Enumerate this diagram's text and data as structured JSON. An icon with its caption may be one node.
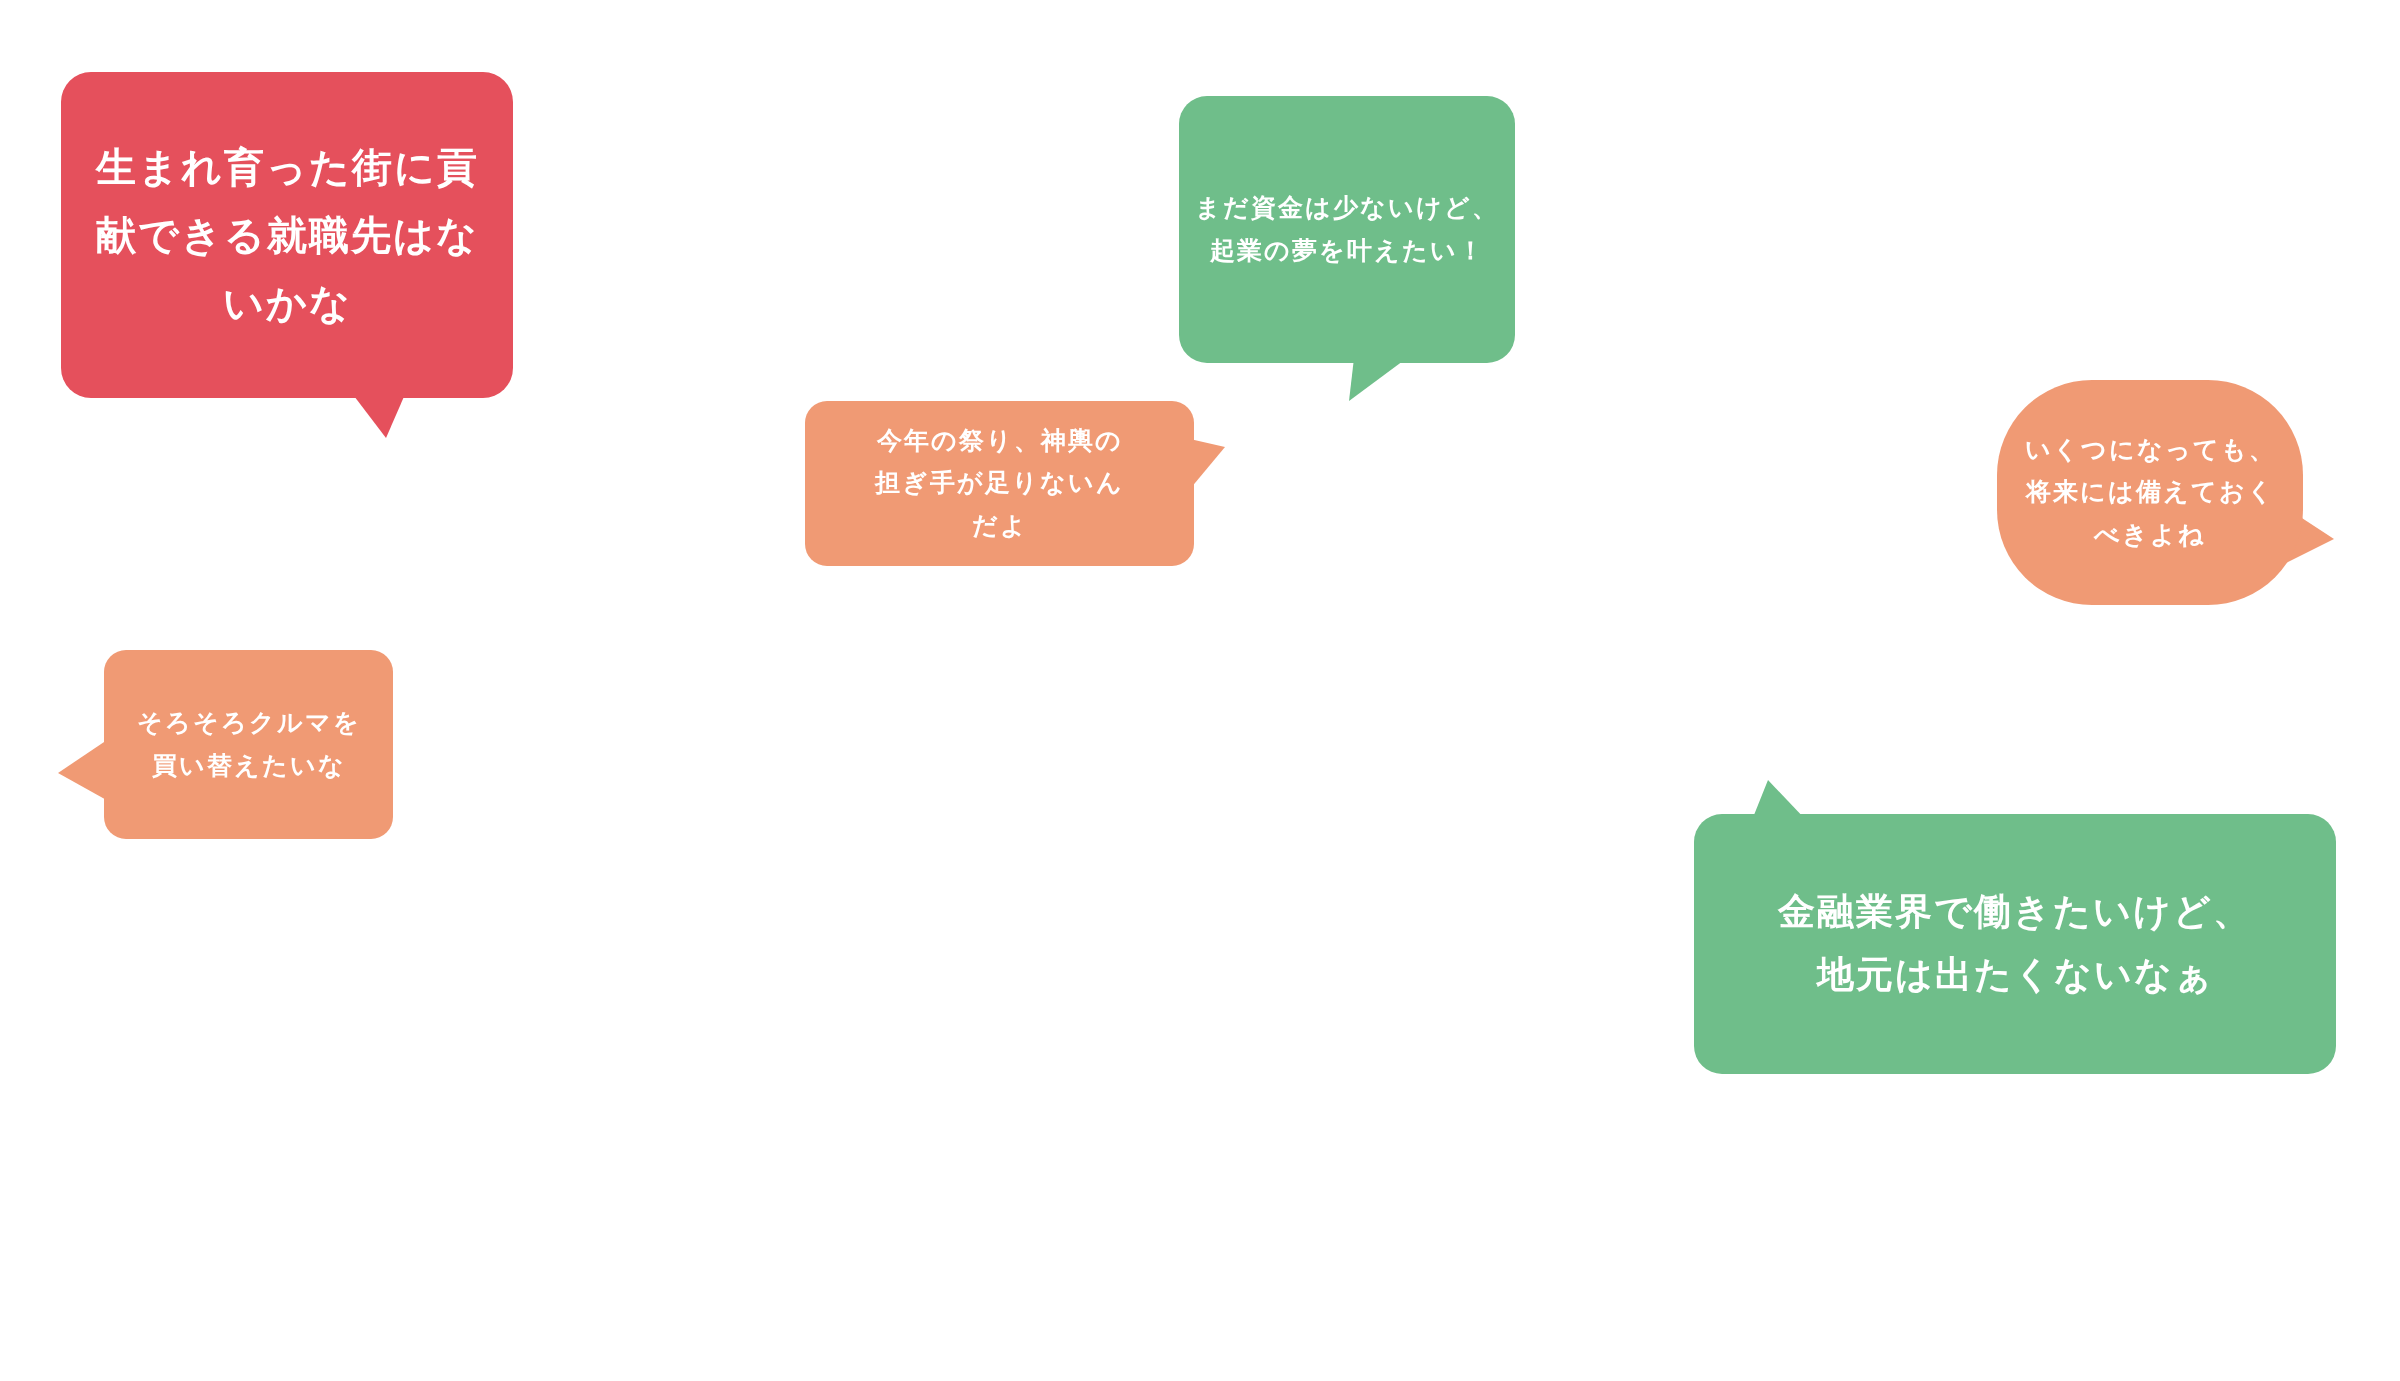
{
  "diagram": {
    "nodes": [
      {
        "text": [
          "生まれ育った街に貢献できる就職先はないかな"
        ]
      },
      {
        "text": [
          "まだ資金は少ないけど、起業の夢を叶えたい！"
        ]
      },
      {
        "text": [
          "いくつになっても、将来には備えておくべきよね"
        ]
      },
      {
        "text": [
          "今年の祭り、神輿の担ぎ手が足りないんだよ"
        ]
      },
      {
        "text": [
          "そろそろクルマを買い替えたいな"
        ]
      },
      {
        "text": [
          "金融業界で働きたいけど、地元は出たくないなぁ"
        ]
      }
    ]
  }
}
